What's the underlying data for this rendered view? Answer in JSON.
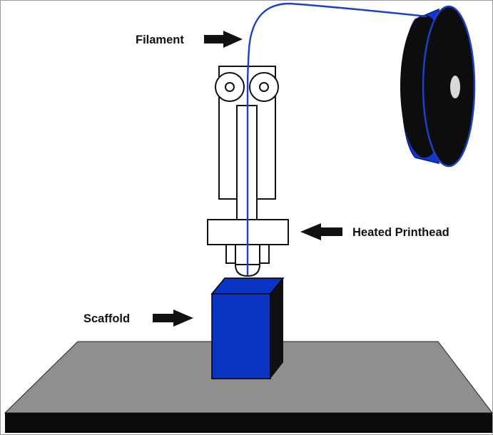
{
  "labels": {
    "filament": "Filament",
    "heated_printhead": "Heated Printhead",
    "scaffold": "Scaffold"
  },
  "colors": {
    "filament_blue": "#1f3fc7",
    "scaffold_blue": "#0a35c4",
    "scaffold_dark": "#0f0f0f",
    "spool_blue": "#1236d0",
    "spool_black": "#0d0d0d",
    "platform_gray": "#8f8f8f",
    "platform_base": "#0b0b0b",
    "outline": "#111111",
    "arrow": "#111111"
  }
}
